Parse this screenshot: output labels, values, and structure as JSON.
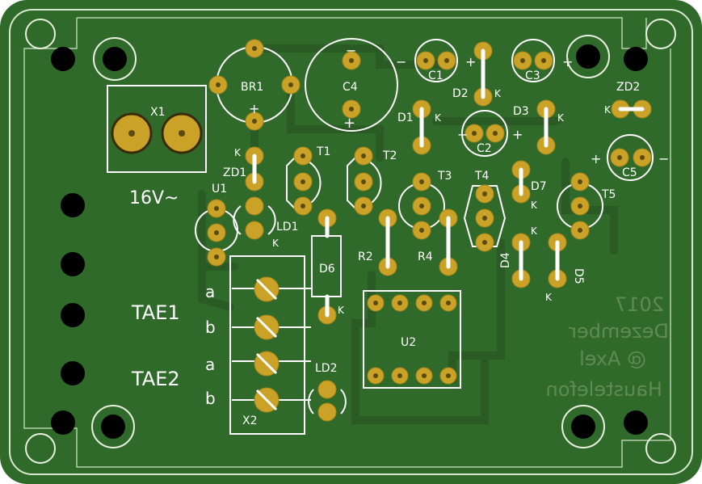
{
  "colors": {
    "board": "#2f6a2a",
    "board_edge": "#3d7a36",
    "trace": "#2a5e25",
    "silk": "#ffffff",
    "pad": "#c9a227",
    "pad_hole": "#5a4a10",
    "drill": "#000000",
    "bg": "#ffffff"
  },
  "labels": {
    "br1": "BR1",
    "c4": "C4",
    "c1": "C1",
    "c3": "C3",
    "c2": "C2",
    "c5": "C5",
    "d1": "D1",
    "d2": "D2",
    "d3": "D3",
    "d4": "D4",
    "d5": "D5",
    "d6": "D6",
    "d7": "D7",
    "zd1": "ZD1",
    "zd2": "ZD2",
    "t1": "T1",
    "t2": "T2",
    "t3": "T3",
    "t4": "T4",
    "t5": "T5",
    "u1": "U1",
    "u2": "U2",
    "ld1": "LD1",
    "ld2": "LD2",
    "r2": "R2",
    "r4": "R4",
    "x1": "X1",
    "x2": "X2",
    "input": "16V~",
    "tae1": "TAE1",
    "tae2": "TAE2",
    "a": "a",
    "b": "b",
    "k": "K",
    "plus": "+",
    "minus": "−"
  },
  "mirrored_text": {
    "year": "2017",
    "month": "Dezember",
    "author": "@ Axel",
    "name": "Haustelefon"
  }
}
